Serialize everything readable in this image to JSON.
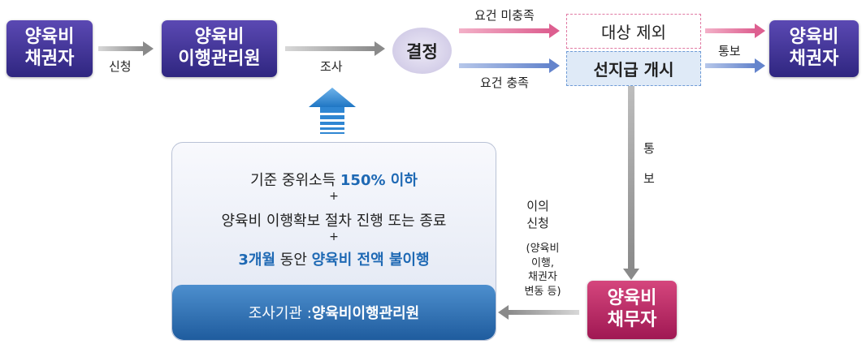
{
  "nodes": {
    "creditor_left": [
      "양육비",
      "채권자"
    ],
    "agency": [
      "양육비",
      "이행관리원"
    ],
    "decision": "결정",
    "excluded": "대상 제외",
    "prepay": "선지급 개시",
    "creditor_right": [
      "양육비",
      "채권자"
    ],
    "debtor": [
      "양육비",
      "채무자"
    ]
  },
  "labels": {
    "apply": "신청",
    "investigate": "조사",
    "unmet": "요건 미충족",
    "met": "요건 충족",
    "notify_h": "통보",
    "notify_v": [
      "통",
      "보"
    ],
    "objection": [
      "이의",
      "신청"
    ],
    "objection_detail": [
      "(양육비",
      "이행,",
      "채권자",
      "변동 등)"
    ]
  },
  "conditions": {
    "line1_pre": "기준 중위소득 ",
    "line1_hl": "150% 이하",
    "plus1": "+",
    "line2": "양육비 이행확보 절차 진행 또는 종료",
    "plus2": "+",
    "line3_hl1": "3개월",
    "line3_mid": " 동안 ",
    "line3_hl2": "양육비 전액 불이행",
    "footer_pre": "조사기관 : ",
    "footer_bold": "양육비이행관리원"
  },
  "colors": {
    "node_purple": "#3a2f94",
    "node_pink": "#b8245f",
    "highlight_blue": "#1e69b4",
    "excluded_border": "#e07aa3",
    "prepay_border": "#6e9bd6"
  }
}
